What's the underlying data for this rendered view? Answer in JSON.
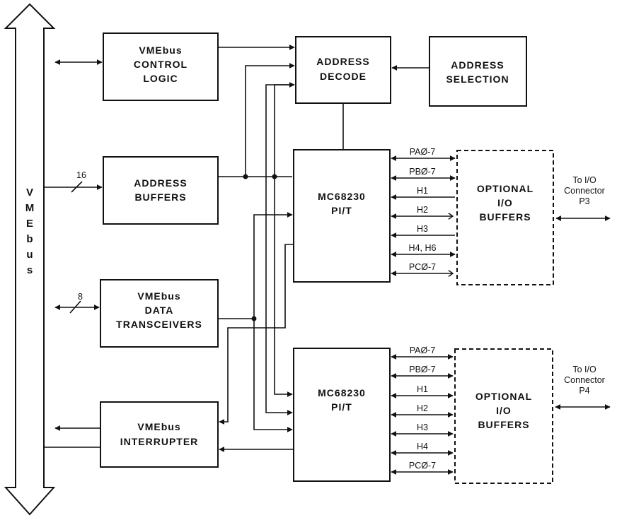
{
  "bus": {
    "letters": [
      "V",
      "M",
      "E",
      "b",
      "u",
      "s"
    ]
  },
  "blocks": {
    "control_logic": [
      "VMEbus",
      "CONTROL",
      "LOGIC"
    ],
    "address_buffers": [
      "ADDRESS",
      "BUFFERS"
    ],
    "data_transceivers": [
      "VMEbus",
      "DATA",
      "TRANSCEIVERS"
    ],
    "interrupter": [
      "VMEbus",
      "INTERRUPTER"
    ],
    "address_decode": [
      "ADDRESS",
      "DECODE"
    ],
    "address_selection": [
      "ADDRESS",
      "SELECTION"
    ],
    "pit_top": [
      "MC68230",
      "PI/T"
    ],
    "pit_bottom": [
      "MC68230",
      "PI/T"
    ],
    "io_buffers_top": [
      "OPTIONAL",
      "I/O",
      "BUFFERS"
    ],
    "io_buffers_bottom": [
      "OPTIONAL",
      "I/O",
      "BUFFERS"
    ]
  },
  "bus_widths": {
    "address": "16",
    "data": "8"
  },
  "signals_top": [
    "PAØ-7",
    "PBØ-7",
    "H1",
    "H2",
    "H3",
    "H4, H6",
    "PCØ-7"
  ],
  "signals_bottom": [
    "PAØ-7",
    "PBØ-7",
    "H1",
    "H2",
    "H3",
    "H4",
    "PCØ-7"
  ],
  "connectors": {
    "top": [
      "To I/O",
      "Connector",
      "P3"
    ],
    "bottom": [
      "To I/O",
      "Connector",
      "P4"
    ]
  }
}
